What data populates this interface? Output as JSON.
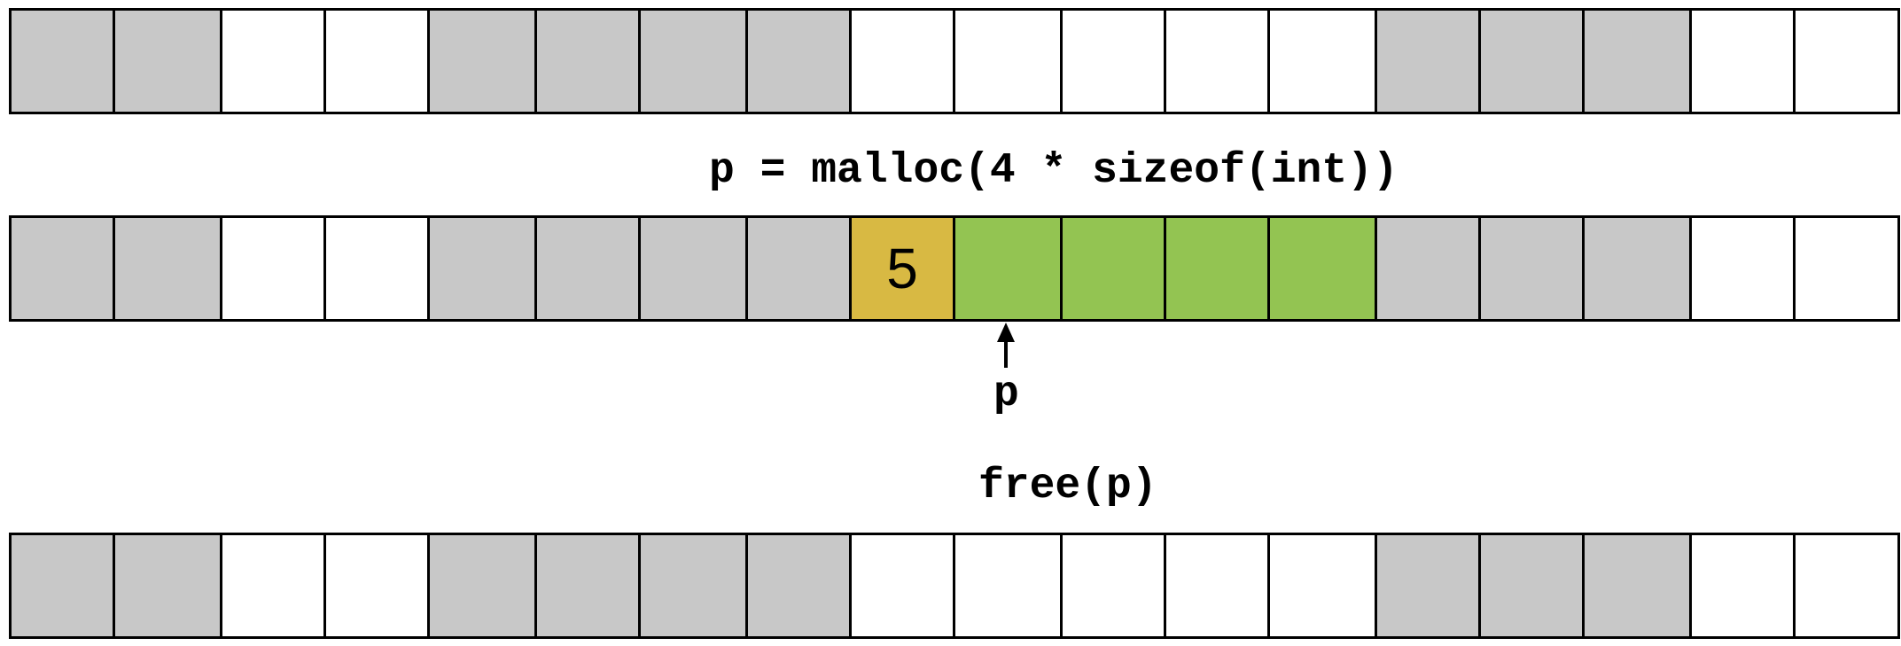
{
  "colors": {
    "free": "#ffffff",
    "used": "#c8c8c8",
    "header": "#d8b943",
    "allocated": "#93c452",
    "line": "#000000"
  },
  "rows": [
    {
      "name": "initial-heap",
      "cells": [
        {
          "state": "used",
          "text": ""
        },
        {
          "state": "used",
          "text": ""
        },
        {
          "state": "free",
          "text": ""
        },
        {
          "state": "free",
          "text": ""
        },
        {
          "state": "used",
          "text": ""
        },
        {
          "state": "used",
          "text": ""
        },
        {
          "state": "used",
          "text": ""
        },
        {
          "state": "used",
          "text": ""
        },
        {
          "state": "free",
          "text": ""
        },
        {
          "state": "free",
          "text": ""
        },
        {
          "state": "free",
          "text": ""
        },
        {
          "state": "free",
          "text": ""
        },
        {
          "state": "free",
          "text": ""
        },
        {
          "state": "used",
          "text": ""
        },
        {
          "state": "used",
          "text": ""
        },
        {
          "state": "used",
          "text": ""
        },
        {
          "state": "free",
          "text": ""
        },
        {
          "state": "free",
          "text": ""
        }
      ]
    },
    {
      "name": "after-malloc",
      "cells": [
        {
          "state": "used",
          "text": ""
        },
        {
          "state": "used",
          "text": ""
        },
        {
          "state": "free",
          "text": ""
        },
        {
          "state": "free",
          "text": ""
        },
        {
          "state": "used",
          "text": ""
        },
        {
          "state": "used",
          "text": ""
        },
        {
          "state": "used",
          "text": ""
        },
        {
          "state": "used",
          "text": ""
        },
        {
          "state": "header",
          "text": "5"
        },
        {
          "state": "allocated",
          "text": ""
        },
        {
          "state": "allocated",
          "text": ""
        },
        {
          "state": "allocated",
          "text": ""
        },
        {
          "state": "allocated",
          "text": ""
        },
        {
          "state": "used",
          "text": ""
        },
        {
          "state": "used",
          "text": ""
        },
        {
          "state": "used",
          "text": ""
        },
        {
          "state": "free",
          "text": ""
        },
        {
          "state": "free",
          "text": ""
        }
      ]
    },
    {
      "name": "after-free",
      "cells": [
        {
          "state": "used",
          "text": ""
        },
        {
          "state": "used",
          "text": ""
        },
        {
          "state": "free",
          "text": ""
        },
        {
          "state": "free",
          "text": ""
        },
        {
          "state": "used",
          "text": ""
        },
        {
          "state": "used",
          "text": ""
        },
        {
          "state": "used",
          "text": ""
        },
        {
          "state": "used",
          "text": ""
        },
        {
          "state": "free",
          "text": ""
        },
        {
          "state": "free",
          "text": ""
        },
        {
          "state": "free",
          "text": ""
        },
        {
          "state": "free",
          "text": ""
        },
        {
          "state": "free",
          "text": ""
        },
        {
          "state": "used",
          "text": ""
        },
        {
          "state": "used",
          "text": ""
        },
        {
          "state": "used",
          "text": ""
        },
        {
          "state": "free",
          "text": ""
        },
        {
          "state": "free",
          "text": ""
        }
      ]
    }
  ],
  "labels": {
    "malloc_call": "p = malloc(4 * sizeof(int))",
    "pointer": "p",
    "free_call": "free(p)"
  }
}
